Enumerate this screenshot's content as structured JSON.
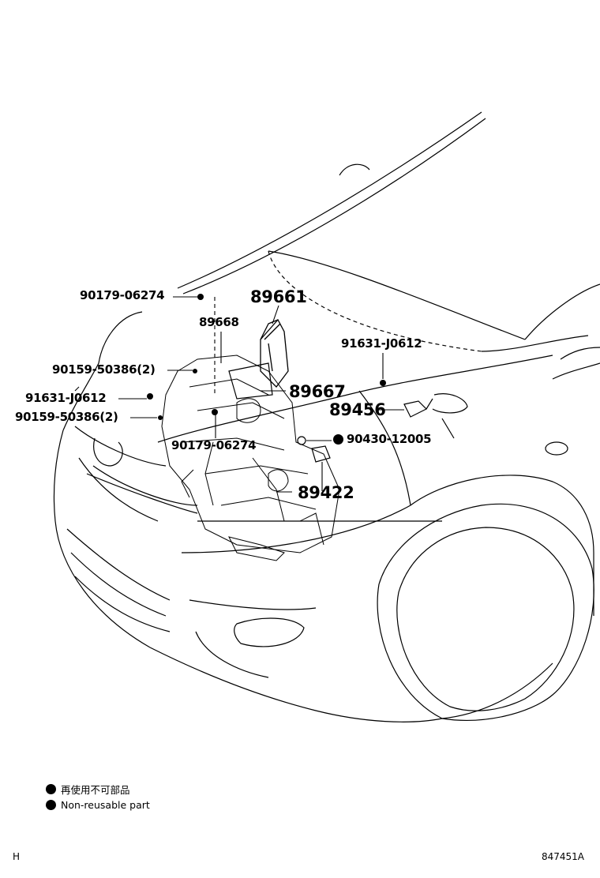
{
  "parts": {
    "p1": "90179-06274",
    "p2": "89661",
    "p3": "89668",
    "p4": "90159-50386(2)",
    "p5": "91631-J0612",
    "p6": "89667",
    "p7": "90159-50386(2)",
    "p8": "90179-06274",
    "p9": "91631-J0612",
    "p10": "89456",
    "p11": "90430-12005",
    "p12": "89422"
  },
  "legend": {
    "jp": "再使用不可部品",
    "en": "Non-reusable part"
  },
  "corner": {
    "left": "H",
    "right": "847451A"
  },
  "colors": {
    "line": "#000000",
    "background": "#ffffff"
  },
  "icons": {
    "non_reusable": "filled-circle-icon"
  }
}
